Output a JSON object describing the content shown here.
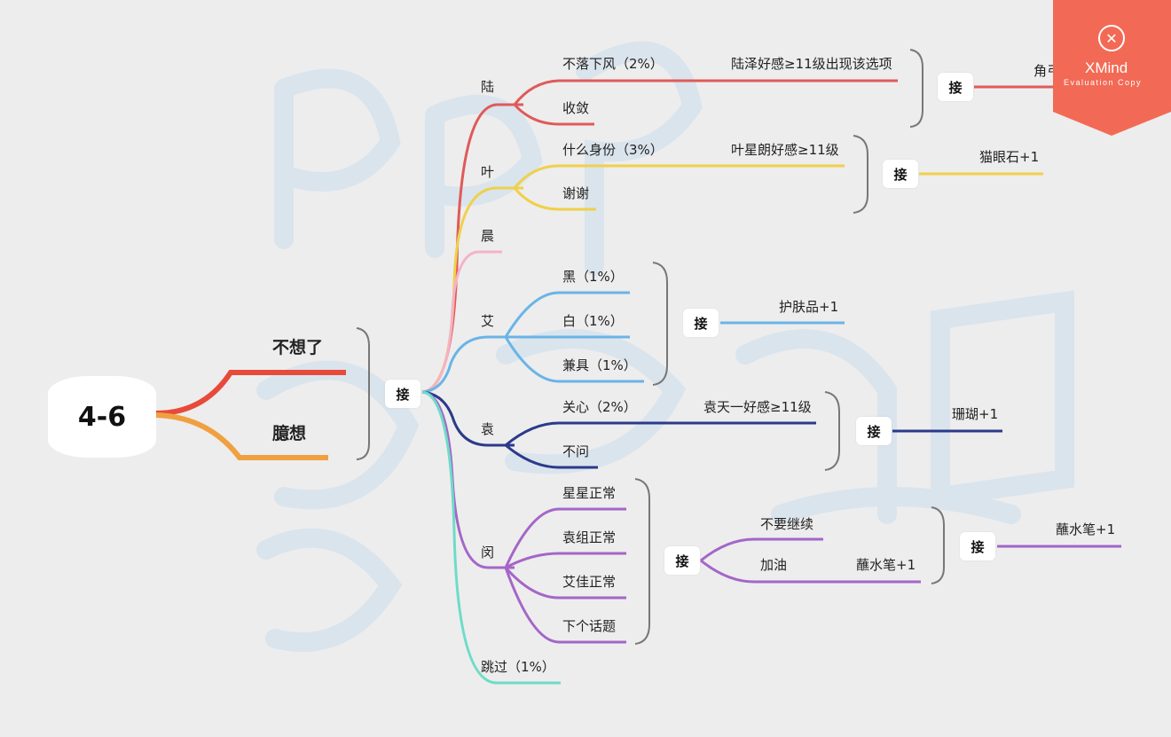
{
  "root": {
    "label": "4-6"
  },
  "level1": {
    "a": "不想了",
    "b": "臆想",
    "join": "接"
  },
  "branches": {
    "lu": "陆",
    "ye": "叶",
    "chen": "晨",
    "ai": "艾",
    "yuan": "袁",
    "min": "闵",
    "skip": "跳过（1%）"
  },
  "lu": {
    "opt1": "不落下风（2%）",
    "opt2": "收敛",
    "note": "陆泽好感≥11级出现该选项",
    "join": "接",
    "reward": "角弓+1"
  },
  "ye": {
    "opt1": "什么身份（3%）",
    "opt2": "谢谢",
    "note": "叶星朗好感≥11级",
    "join": "接",
    "reward": "猫眼石+1"
  },
  "ai": {
    "opt1": "黑（1%）",
    "opt2": "白（1%）",
    "opt3": "兼具（1%）",
    "join": "接",
    "reward": "护肤品+1"
  },
  "yuan": {
    "opt1": "关心（2%）",
    "opt2": "不问",
    "note": "袁天一好感≥11级",
    "join": "接",
    "reward": "珊瑚+1"
  },
  "min": {
    "opt1": "星星正常",
    "opt2": "袁组正常",
    "opt3": "艾佳正常",
    "opt4": "下个话题",
    "join": "接",
    "sub1": "不要继续",
    "sub2": "加油",
    "sub2_reward": "蘸水笔+1",
    "join2": "接",
    "reward": "蘸水笔+1"
  },
  "badge": {
    "brand": "XMind",
    "sub": "Evaluation Copy",
    "icon": "close-icon"
  },
  "colors": {
    "red": "#e05a5a",
    "yellow": "#f0d04a",
    "pink": "#f5b2c8",
    "blue": "#6ab4e6",
    "navy": "#2b3a8a",
    "purple": "#a466c8",
    "teal": "#6ddcc8",
    "orange": "#f0a040",
    "badge": "#f26a55"
  }
}
